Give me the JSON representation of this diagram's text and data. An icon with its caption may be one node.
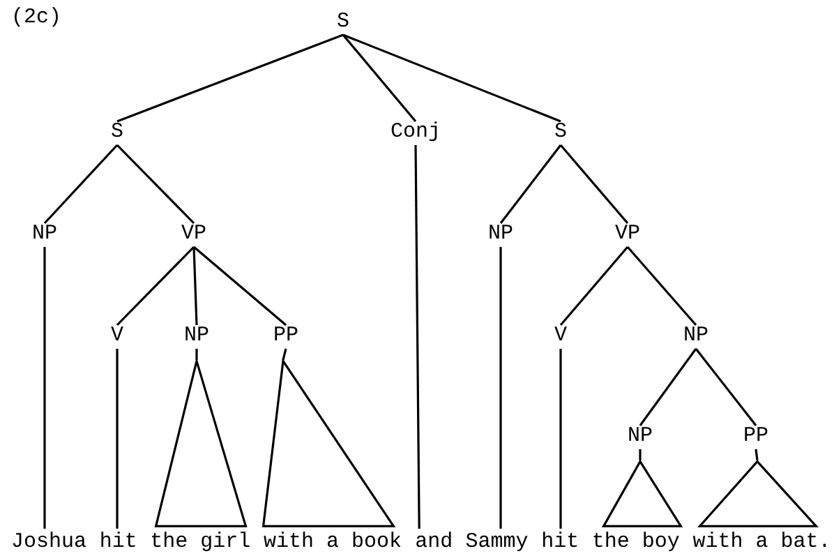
{
  "diagram": {
    "nodes": [
      {
        "text": [
          "S"
        ]
      },
      {
        "text": [
          "S"
        ]
      },
      {
        "text": [
          "Conj"
        ]
      },
      {
        "text": [
          "S"
        ]
      },
      {
        "text": [
          "NP"
        ]
      },
      {
        "text": [
          "VP"
        ]
      },
      {
        "text": [
          "NP"
        ]
      },
      {
        "text": [
          "VP"
        ]
      },
      {
        "text": [
          "V"
        ]
      },
      {
        "text": [
          "NP"
        ]
      },
      {
        "text": [
          "PP"
        ]
      },
      {
        "text": [
          "V"
        ]
      },
      {
        "text": [
          "NP"
        ]
      },
      {
        "text": [
          "NP"
        ]
      },
      {
        "text": [
          "PP"
        ]
      },
      {
        "text": [],
        "shape": "triangle",
        "beside": [
          "the girl"
        ]
      },
      {
        "text": [],
        "shape": "triangle",
        "beside": [
          "with a book"
        ]
      },
      {
        "text": [],
        "shape": "triangle",
        "beside": [
          "the boy"
        ]
      },
      {
        "text": [],
        "shape": "triangle",
        "beside": [
          "with a bat."
        ]
      },
      {
        "text": [
          "Joshua"
        ]
      },
      {
        "text": [
          "hit"
        ]
      },
      {
        "text": [
          "and"
        ]
      },
      {
        "text": [
          "Sammy"
        ]
      },
      {
        "text": [
          "hit"
        ]
      }
    ],
    "edges": [
      {
        "from": 0,
        "to": 1,
        "arrow": "none"
      },
      {
        "from": 0,
        "to": 2,
        "arrow": "none"
      },
      {
        "from": 0,
        "to": 3,
        "arrow": "none"
      },
      {
        "from": 1,
        "to": 4,
        "arrow": "none"
      },
      {
        "from": 1,
        "to": 5,
        "arrow": "none"
      },
      {
        "from": 3,
        "to": 6,
        "arrow": "none"
      },
      {
        "from": 3,
        "to": 7,
        "arrow": "none"
      },
      {
        "from": 5,
        "to": 8,
        "arrow": "none"
      },
      {
        "from": 5,
        "to": 9,
        "arrow": "none"
      },
      {
        "from": 5,
        "to": 10,
        "arrow": "none"
      },
      {
        "from": 7,
        "to": 11,
        "arrow": "none"
      },
      {
        "from": 7,
        "to": 12,
        "arrow": "none"
      },
      {
        "from": 12,
        "to": 13,
        "arrow": "none"
      },
      {
        "from": 12,
        "to": 14,
        "arrow": "none"
      },
      {
        "from": 9,
        "to": 15,
        "arrow": "none"
      },
      {
        "from": 10,
        "to": 16,
        "arrow": "none"
      },
      {
        "from": 13,
        "to": 17,
        "arrow": "none"
      },
      {
        "from": 14,
        "to": 18,
        "arrow": "none"
      },
      {
        "from": 4,
        "to": 19,
        "arrow": "none"
      },
      {
        "from": 8,
        "to": 20,
        "arrow": "none"
      },
      {
        "from": 2,
        "to": 21,
        "arrow": "none"
      },
      {
        "from": 6,
        "to": 22,
        "arrow": "none"
      },
      {
        "from": 11,
        "to": 23,
        "arrow": "none"
      }
    ],
    "labels": [
      "(2c)"
    ]
  }
}
